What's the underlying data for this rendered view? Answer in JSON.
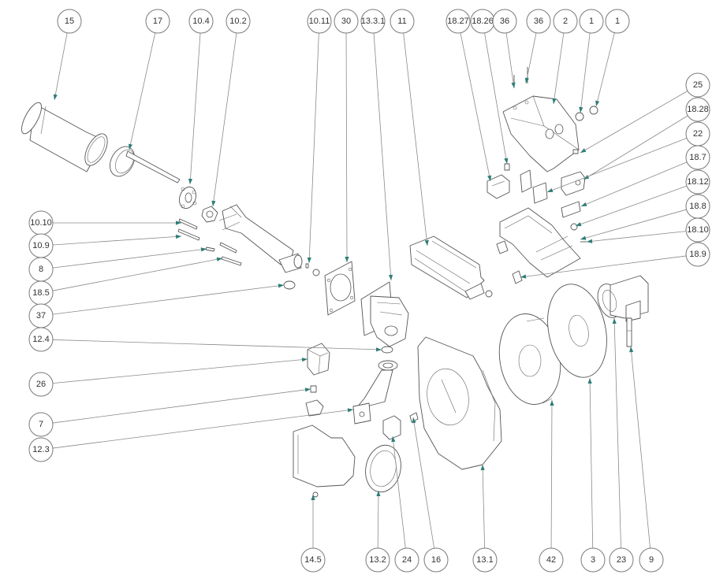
{
  "diagram": {
    "type": "exploded-parts-view",
    "colors": {
      "arrow": "#2e7d77",
      "leader": "#8a8a8a",
      "outline": "#555555",
      "background": "#ffffff"
    },
    "callouts": [
      {
        "id": "c-15",
        "label": "15"
      },
      {
        "id": "c-17",
        "label": "17"
      },
      {
        "id": "c-10-4",
        "label": "10.4"
      },
      {
        "id": "c-10-2",
        "label": "10.2"
      },
      {
        "id": "c-10-11",
        "label": "10.11"
      },
      {
        "id": "c-30",
        "label": "30"
      },
      {
        "id": "c-13-3-1",
        "label": "13.3.1"
      },
      {
        "id": "c-11",
        "label": "11"
      },
      {
        "id": "c-18-27",
        "label": "18.27"
      },
      {
        "id": "c-18-26",
        "label": "18.26"
      },
      {
        "id": "c-36a",
        "label": "36"
      },
      {
        "id": "c-36b",
        "label": "36"
      },
      {
        "id": "c-2",
        "label": "2"
      },
      {
        "id": "c-1a",
        "label": "1"
      },
      {
        "id": "c-1b",
        "label": "1"
      },
      {
        "id": "c-25",
        "label": "25"
      },
      {
        "id": "c-18-28",
        "label": "18.28"
      },
      {
        "id": "c-22",
        "label": "22"
      },
      {
        "id": "c-18-7",
        "label": "18.7"
      },
      {
        "id": "c-18-12",
        "label": "18.12"
      },
      {
        "id": "c-18-8",
        "label": "18.8"
      },
      {
        "id": "c-18-10",
        "label": "18.10"
      },
      {
        "id": "c-18-9",
        "label": "18.9"
      },
      {
        "id": "c-10-10",
        "label": "10.10"
      },
      {
        "id": "c-10-9",
        "label": "10.9"
      },
      {
        "id": "c-8",
        "label": "8"
      },
      {
        "id": "c-18-5",
        "label": "18.5"
      },
      {
        "id": "c-37",
        "label": "37"
      },
      {
        "id": "c-12-4",
        "label": "12.4"
      },
      {
        "id": "c-26",
        "label": "26"
      },
      {
        "id": "c-7",
        "label": "7"
      },
      {
        "id": "c-12-3",
        "label": "12.3"
      },
      {
        "id": "c-14-5",
        "label": "14.5"
      },
      {
        "id": "c-13-2",
        "label": "13.2"
      },
      {
        "id": "c-24",
        "label": "24"
      },
      {
        "id": "c-16",
        "label": "16"
      },
      {
        "id": "c-13-1",
        "label": "13.1"
      },
      {
        "id": "c-42",
        "label": "42"
      },
      {
        "id": "c-3",
        "label": "3"
      },
      {
        "id": "c-23",
        "label": "23"
      },
      {
        "id": "c-9",
        "label": "9"
      }
    ]
  }
}
